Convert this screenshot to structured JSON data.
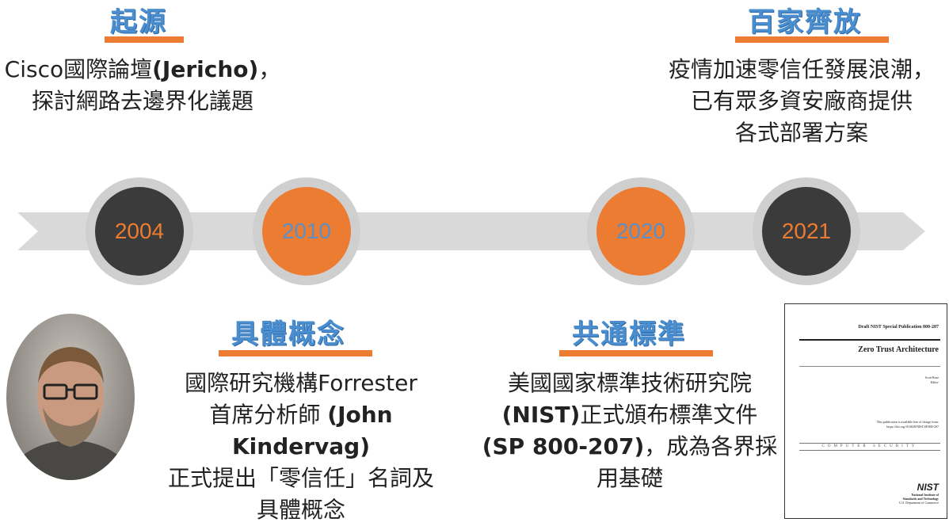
{
  "milestones": [
    {
      "year": "2004"
    },
    {
      "year": "2010"
    },
    {
      "year": "2020"
    },
    {
      "year": "2021"
    }
  ],
  "origin": {
    "title": "起源",
    "line1": "Cisco國際論壇",
    "line1_bold": "(Jericho)",
    "line1_end": "，",
    "line2": "探討網路去邊界化議題"
  },
  "flourish": {
    "title": "百家齊放",
    "line1": "疫情加速零信任發展浪潮，",
    "line2": "已有眾多資安廠商提供",
    "line3": "各式部署方案"
  },
  "concept": {
    "title": "具體概念",
    "line1": "國際研究機構Forrester",
    "line2_a": "首席分析師 ",
    "line2_bold": "(John Kindervag)",
    "line3": "正式提出「零信任」名詞及",
    "line4": "具體概念"
  },
  "standard": {
    "title": "共通標準",
    "line1": "美國國家標準技術研究院",
    "line2_bold": "(NIST)",
    "line2_b": "正式頒布標準文件",
    "line3_bold": "(SP 800-207)",
    "line3_b": "，成為各界採",
    "line4": "用基礎"
  },
  "nist_doc": {
    "header": "Draft NIST Special Publication 800-207",
    "title": "Zero Trust Architecture",
    "author": "Scott Rose",
    "author_role": "Editor",
    "note1": "This publication is available free of charge from:",
    "note2": "https://doi.org/10.6028/NIST.SP.800-207",
    "series": "COMPUTER SECURITY",
    "logo": "NIST",
    "org1": "National Institute of",
    "org2": "Standards and Technology",
    "org3": "U.S. Department of Commerce"
  },
  "colors": {
    "title_blue": "#4a8ed0",
    "accent_orange": "#ec7c31",
    "dark_circle": "#3b3b3b",
    "arrow_gray": "#d9d9d9"
  }
}
